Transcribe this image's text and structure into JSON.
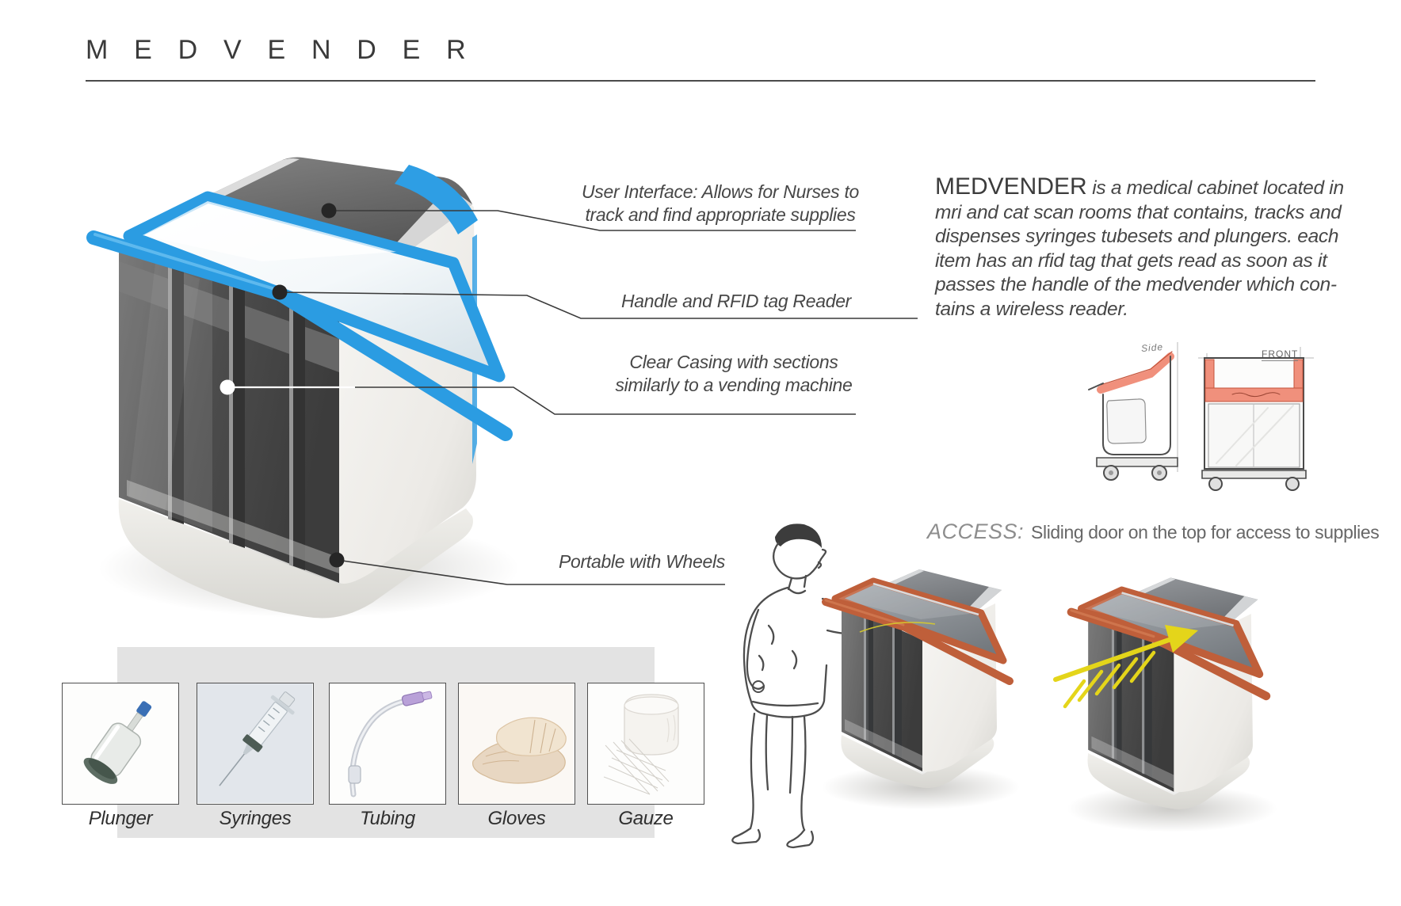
{
  "header": {
    "title": "MEDVENDER"
  },
  "main_figure": {
    "callouts": {
      "user_interface": "User Interface: Allows for Nurses to\ntrack and find appropriate supplies",
      "handle": "Handle and RFID tag Reader",
      "casing": "Clear Casing with sections\nsimilarly to a vending machine",
      "wheels": "Portable with Wheels"
    }
  },
  "description": {
    "brand": "MEDVENDER",
    "body": "is a medical cabinet located in\nmri and cat scan rooms that contains, tracks and\ndispenses syringes tubesets and plungers. each\nitem has an rfid tag that gets read as soon as it\npasses the handle of the medvender which con-\ntains a wireless reader."
  },
  "sketches": {
    "side_label": "Side",
    "front_label": "FRONT"
  },
  "access": {
    "label": "ACCESS:",
    "text": "Sliding door on the top for access to supplies"
  },
  "supplies": {
    "items": [
      {
        "name": "plunger",
        "label": "Plunger"
      },
      {
        "name": "syringes",
        "label": "Syringes"
      },
      {
        "name": "tubing",
        "label": "Tubing"
      },
      {
        "name": "gloves",
        "label": "Gloves"
      },
      {
        "name": "gauze",
        "label": "Gauze"
      }
    ]
  },
  "colors": {
    "accent_blue": "#2e9ee4",
    "accent_orange": "#bf5f3a",
    "arrow_yellow": "#e4d51a",
    "sketch_salmon": "#f0907c"
  }
}
